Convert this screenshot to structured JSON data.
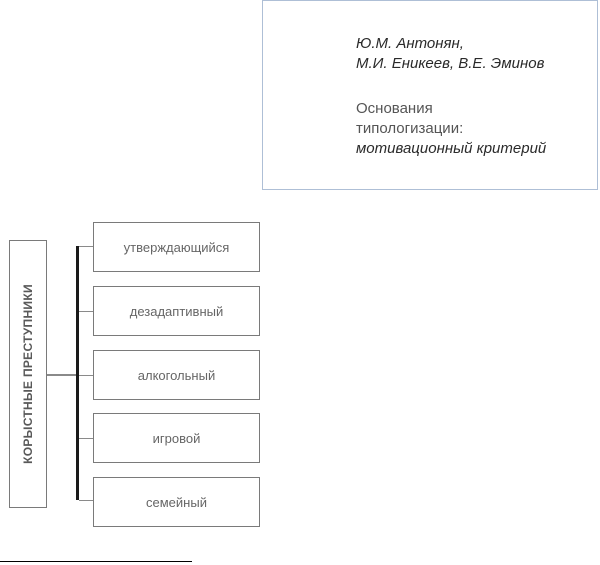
{
  "info": {
    "author_line_1": "Ю.М. Антонян,",
    "author_line_2": "М.И. Еникеев, В.Е. Эминов",
    "basis_line_1": "Основания",
    "basis_line_2": "типологизации:",
    "basis_line_3": "мотивационный критерий"
  },
  "diagram": {
    "root_label": "КОРЫСТНЫЕ ПРЕСТУПНИКИ",
    "types": [
      {
        "label": "утверждающийся"
      },
      {
        "label": "дезадаптивный"
      },
      {
        "label": "алкогольный"
      },
      {
        "label": "игровой"
      },
      {
        "label": "семейный"
      }
    ]
  }
}
